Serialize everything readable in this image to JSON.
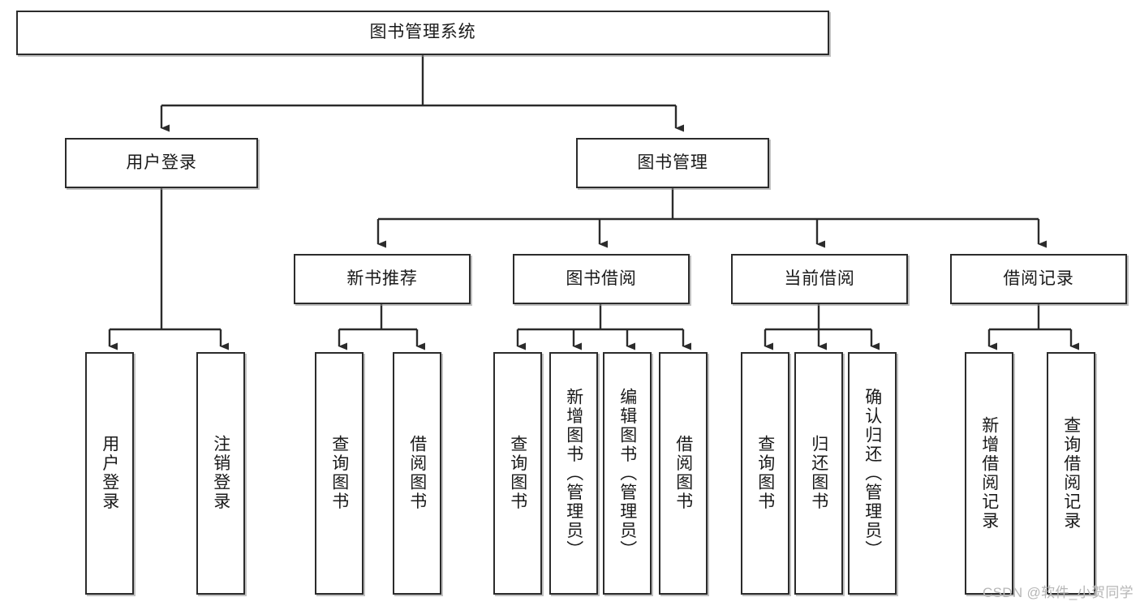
{
  "diagram": {
    "title": "图书管理系统",
    "watermark": "CSDN @软件_小贺同学",
    "stroke_color": "#2b2b2b",
    "background_color": "#ffffff",
    "nodes": {
      "root": {
        "label": "图书管理系统"
      },
      "level2": [
        {
          "id": "user-login",
          "label": "用户登录"
        },
        {
          "id": "book-manage",
          "label": "图书管理"
        }
      ],
      "level3": [
        {
          "id": "new-book-recommend",
          "label": "新书推荐"
        },
        {
          "id": "book-borrow",
          "label": "图书借阅"
        },
        {
          "id": "current-borrow",
          "label": "当前借阅"
        },
        {
          "id": "borrow-record",
          "label": "借阅记录"
        }
      ],
      "leaves": {
        "user-login": [
          {
            "id": "leaf-user-login",
            "label": "用户登录"
          },
          {
            "id": "leaf-logout-login",
            "label": "注销登录"
          }
        ],
        "new-book-recommend": [
          {
            "id": "leaf-query-book-1",
            "label": "查询图书"
          },
          {
            "id": "leaf-borrow-book-1",
            "label": "借阅图书"
          }
        ],
        "book-borrow": [
          {
            "id": "leaf-query-book-2",
            "label": "查询图书"
          },
          {
            "id": "leaf-add-book",
            "label": "新增图书（管理员）"
          },
          {
            "id": "leaf-edit-book",
            "label": "编辑图书（管理员）"
          },
          {
            "id": "leaf-borrow-book-2",
            "label": "借阅图书"
          }
        ],
        "current-borrow": [
          {
            "id": "leaf-query-book-3",
            "label": "查询图书"
          },
          {
            "id": "leaf-return-book",
            "label": "归还图书"
          },
          {
            "id": "leaf-confirm-return",
            "label": "确认归还（管理员）"
          }
        ],
        "borrow-record": [
          {
            "id": "leaf-add-borrow-record",
            "label": "新增借阅记录"
          },
          {
            "id": "leaf-query-borrow-record",
            "label": "查询借阅记录"
          }
        ]
      }
    }
  }
}
